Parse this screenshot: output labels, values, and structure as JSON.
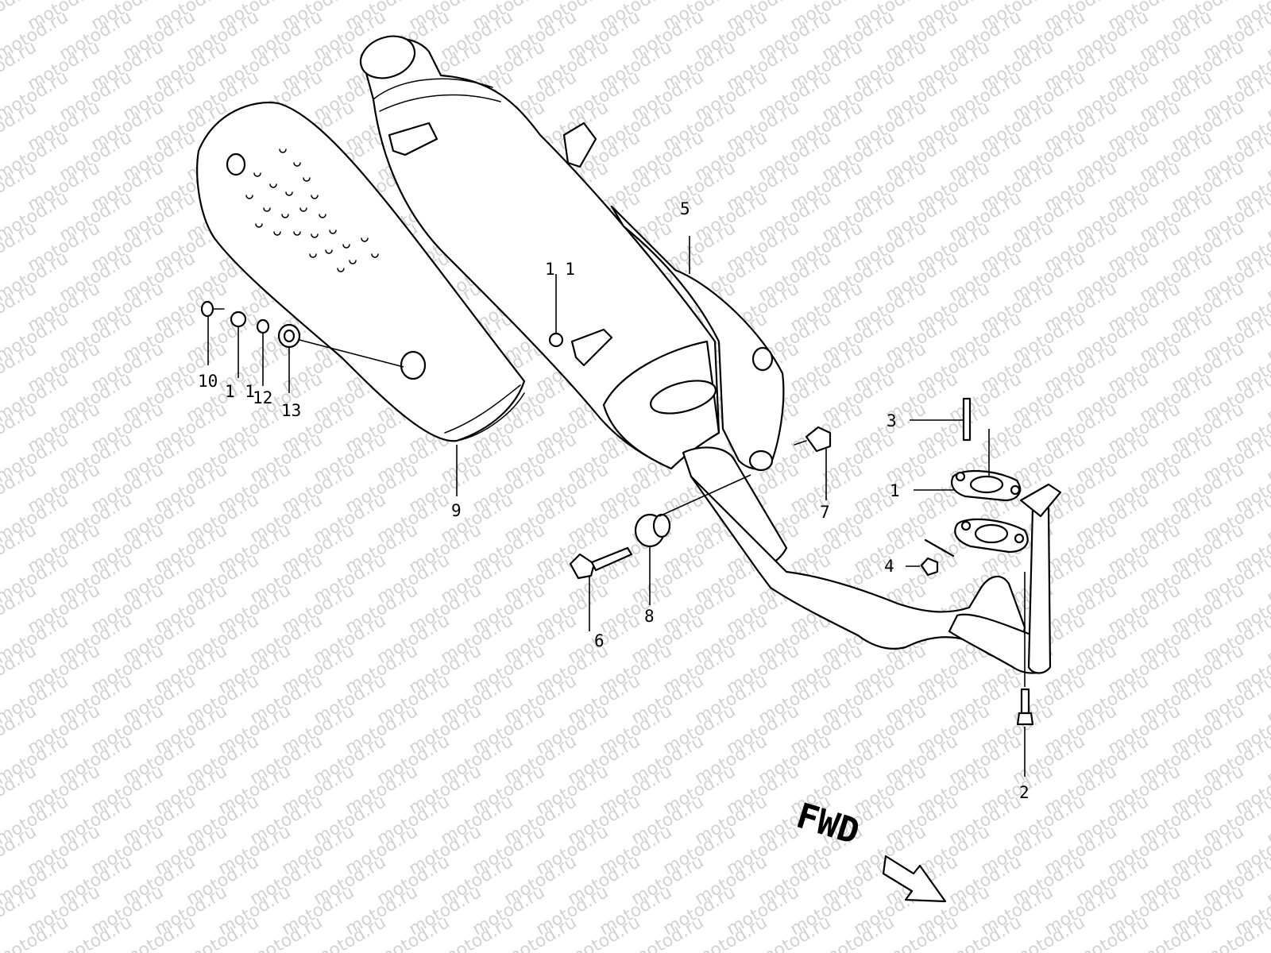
{
  "diagram": {
    "watermark": "motod.ru",
    "direction_label": "FWD",
    "callouts": [
      {
        "id": "c1",
        "text": "1"
      },
      {
        "id": "c2",
        "text": "2"
      },
      {
        "id": "c3",
        "text": "3"
      },
      {
        "id": "c4",
        "text": "4"
      },
      {
        "id": "c5",
        "text": "5"
      },
      {
        "id": "c6",
        "text": "6"
      },
      {
        "id": "c7",
        "text": "7"
      },
      {
        "id": "c8",
        "text": "8"
      },
      {
        "id": "c9",
        "text": "9"
      },
      {
        "id": "c10",
        "text": "10"
      },
      {
        "id": "c11a",
        "text": "1 1"
      },
      {
        "id": "c11b",
        "text": "1 1"
      },
      {
        "id": "c12",
        "text": "12"
      },
      {
        "id": "c13",
        "text": "13"
      }
    ]
  },
  "colors": {
    "line": "#000000",
    "watermark": "#d2d2d2",
    "background": "#ffffff"
  }
}
